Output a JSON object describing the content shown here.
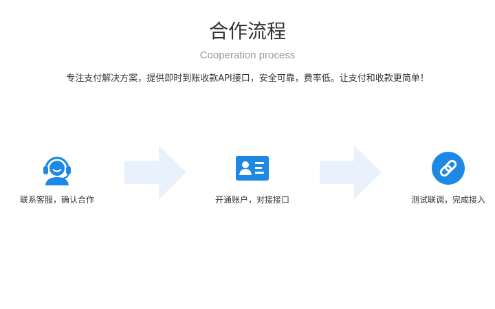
{
  "section": {
    "title": "合作流程",
    "subtitle": "Cooperation process",
    "description": "专注支付解决方案，提供即时到账收款API接口，安全可靠，费率低。让支付和收款更简单！"
  },
  "steps": [
    {
      "icon": "customer-service-headset-icon",
      "label": "联系客服，确认合作"
    },
    {
      "icon": "id-card-icon",
      "label": "开通账户，对接接口"
    },
    {
      "icon": "link-icon",
      "label": "测试联调，完成接入"
    }
  ],
  "colors": {
    "accent": "#1E88E5",
    "arrow": "#E8F1FC",
    "title": "#333333",
    "subtitle": "#999999"
  }
}
